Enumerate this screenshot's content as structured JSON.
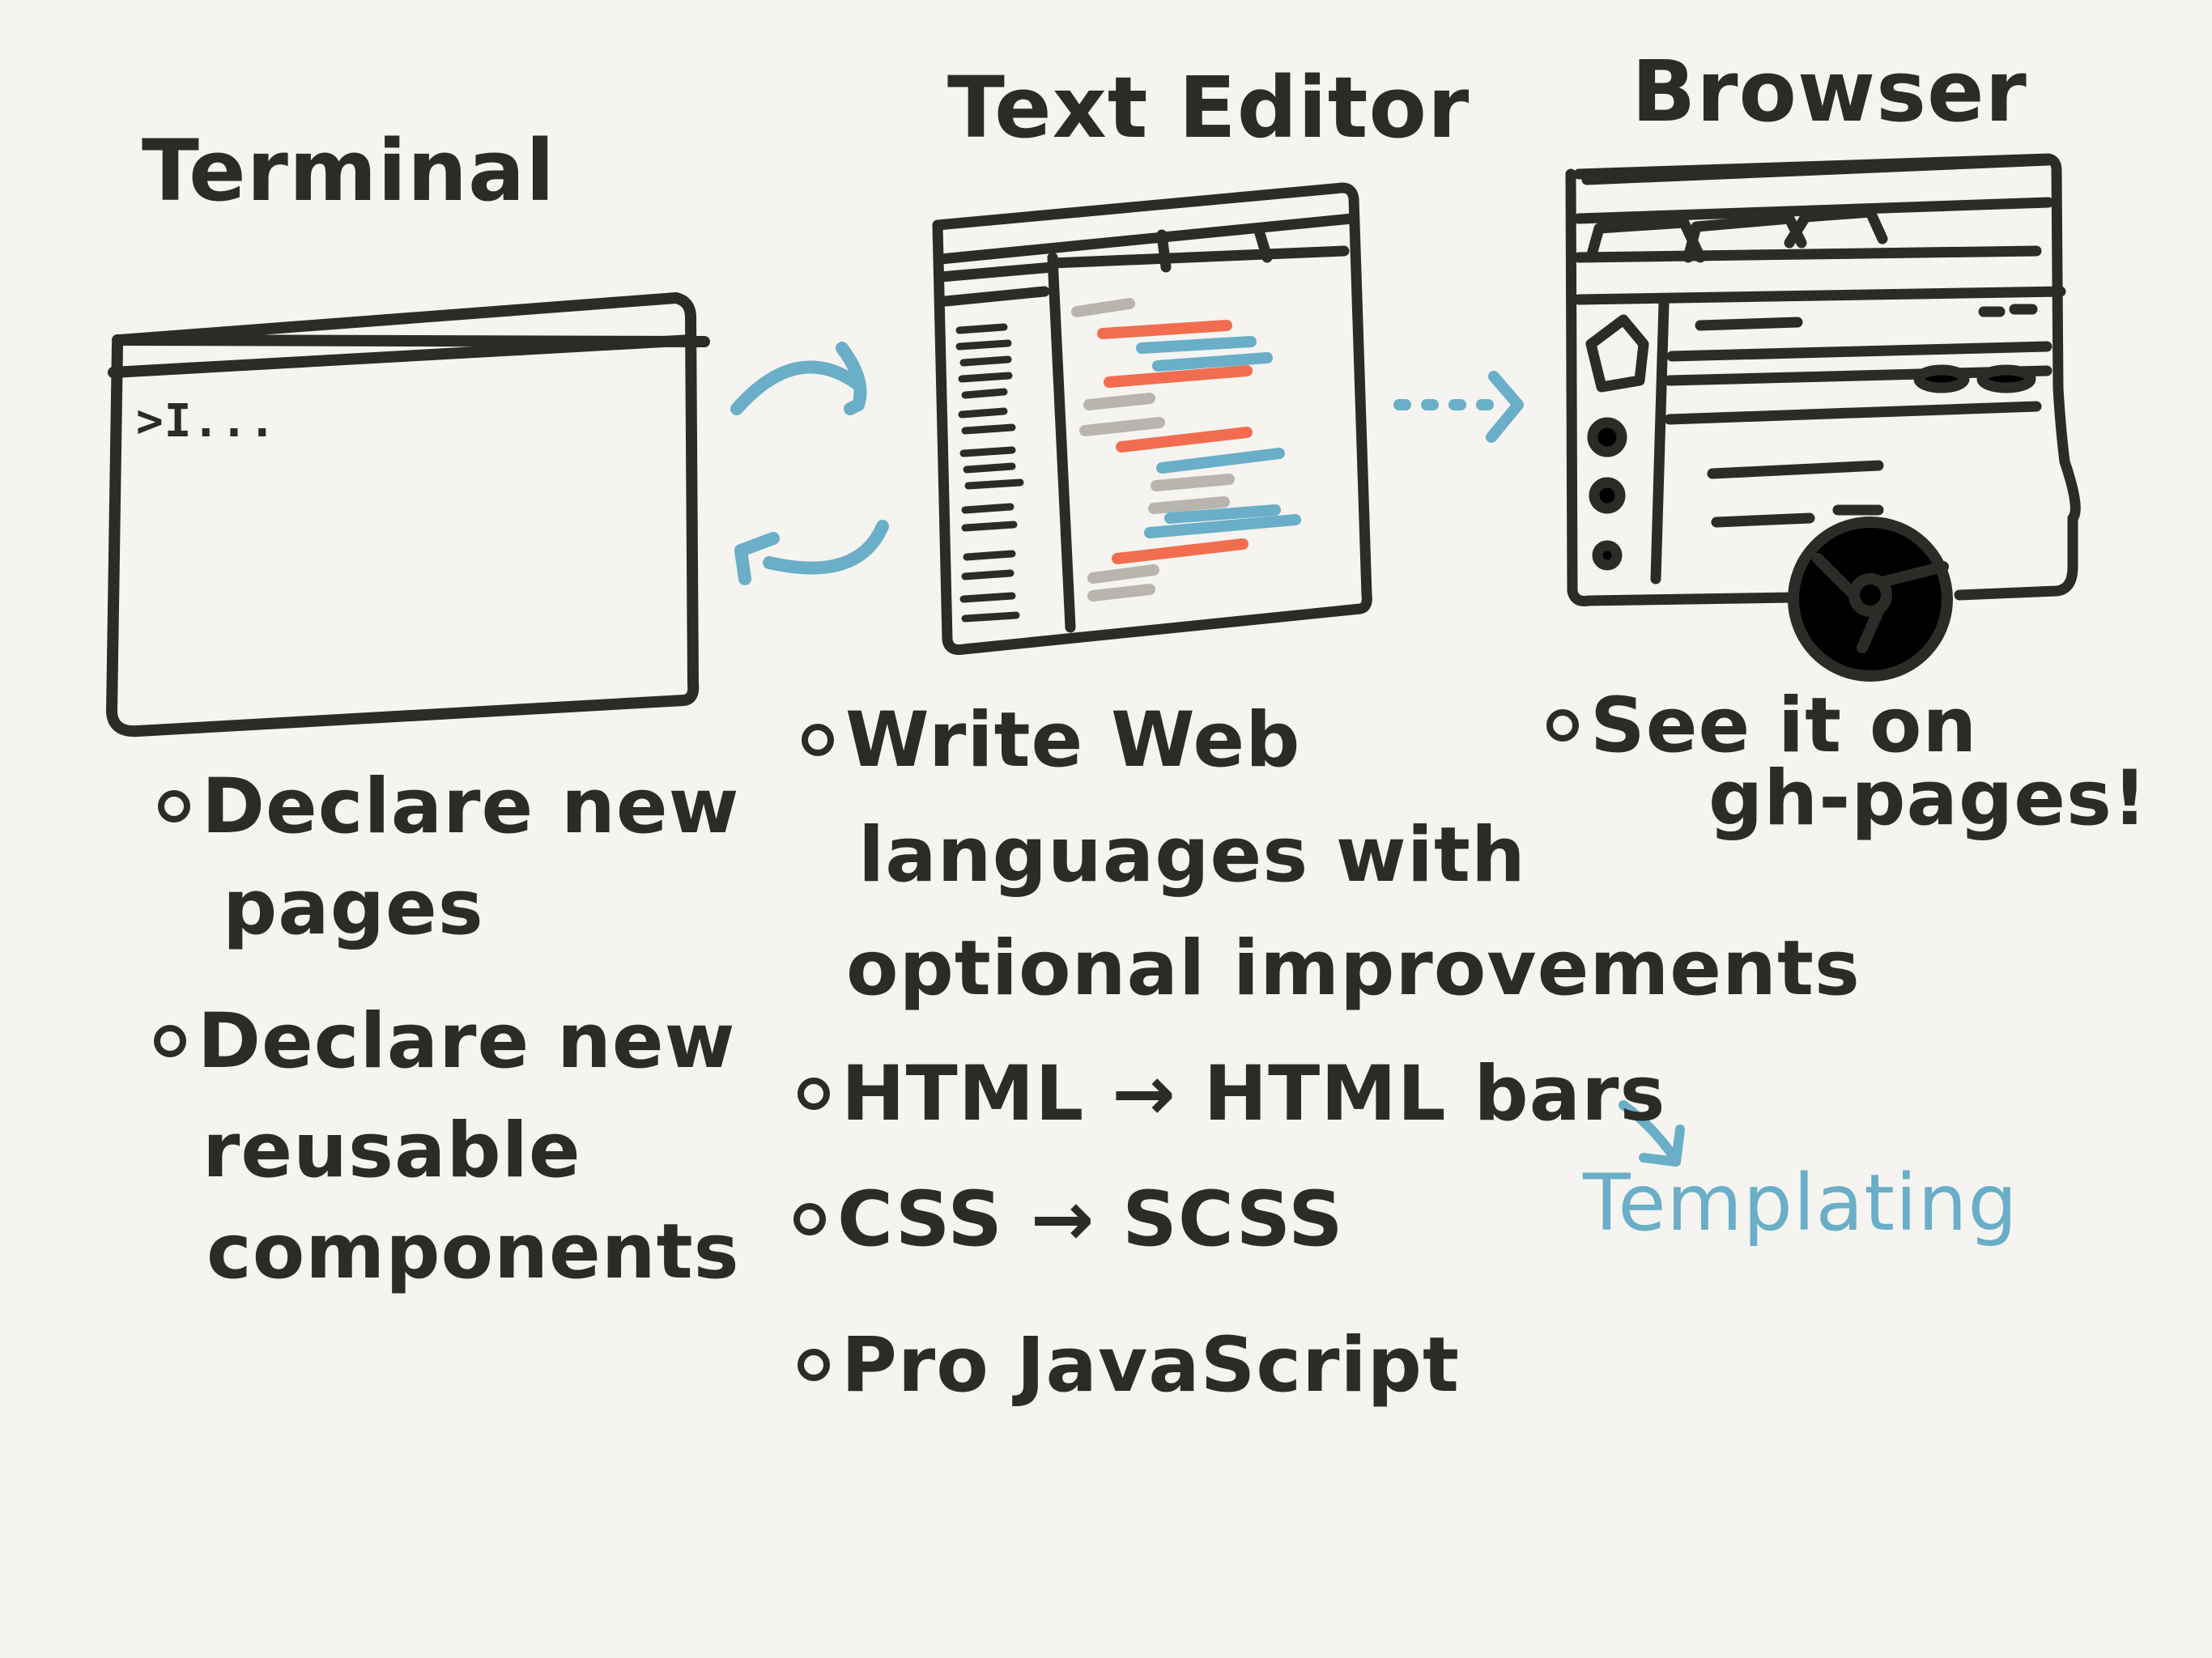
{
  "panels": {
    "terminal": {
      "title": "Terminal",
      "prompt": ">I...",
      "notes": [
        "Declare new",
        "pages",
        "Declare new",
        "reusable",
        "components"
      ]
    },
    "editor": {
      "title": "Text Editor",
      "notes": [
        "Write Web",
        "languages with",
        "optional improvements",
        "HTML → HTML bars",
        "CSS → SCSS",
        "Pro JavaScript"
      ]
    },
    "browser": {
      "title": "Browser",
      "notes": [
        "See it on",
        "gh-pages!"
      ]
    }
  },
  "annotation": {
    "label": "Templating"
  },
  "colors": {
    "ink": "#2c2b27",
    "accent_blue": "#6aaec8",
    "accent_orange": "#f26d4f",
    "accent_gray": "#b7b5ad",
    "paper": "#f5f4f0"
  }
}
